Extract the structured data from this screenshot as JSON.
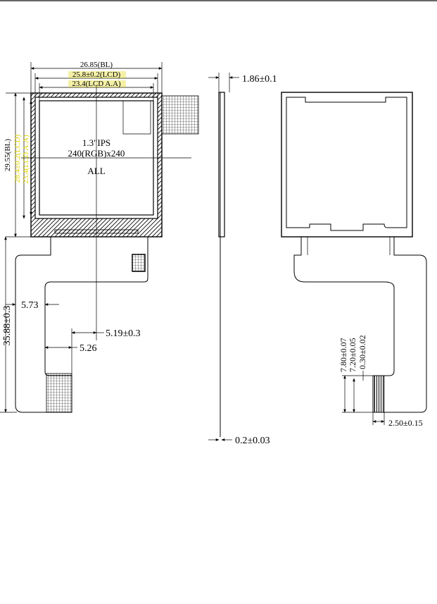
{
  "front_view": {
    "dims": {
      "bl_width": "26.85(BL)",
      "lcd_width": "25.8±0.2(LCD)",
      "aa_width": "23.4(LCD A.A)",
      "bl_height": "29.55(BL)",
      "lcd_height": "28.4±0.2(LCD)",
      "aa_height": "23.4(LCD A.A)",
      "total_height": "35.88±0.3",
      "tail_offset": "5.73",
      "center_offset": "5.19±0.3",
      "tail_width": "5.26"
    },
    "panel_label": {
      "line1": "1.3\"IPS",
      "line2": "240(RGB)x240",
      "line3": "ALL"
    },
    "colors": {
      "dimension_lines": "#000000",
      "lcd_dims": "#e0d400"
    }
  },
  "side_view": {
    "thickness": "1.86±0.1",
    "fpc_thickness": "0.2±0.03"
  },
  "rear_view": {
    "dims": {
      "stiffener_length": "7.80±0.07",
      "contact_length": "7.20±0.05",
      "pin_pitch": "0.30±0.02",
      "connector_width": "2.50±0.15"
    }
  }
}
